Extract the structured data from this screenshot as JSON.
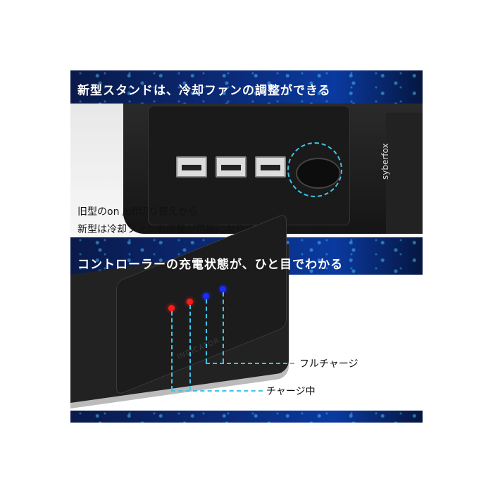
{
  "banner_top": {
    "title": "新型スタンドは、冷却ファンの調整ができる"
  },
  "brand": "syberfox",
  "description": [
    "旧型のon /off切り替えから",
    "新型は冷却ファンの調整が可能になりました。"
  ],
  "banner_middle": {
    "title": "コントローラーの充電状態が、ひと目でわかる"
  },
  "device_label": "INDICATOR",
  "callouts": {
    "full": "フルチャージ",
    "charging": "チャージ中"
  },
  "colors": {
    "led_red": "#ff1a1a",
    "led_blue": "#1a2cff",
    "accent": "#3ec4e6",
    "banner": "#0b2a78"
  }
}
